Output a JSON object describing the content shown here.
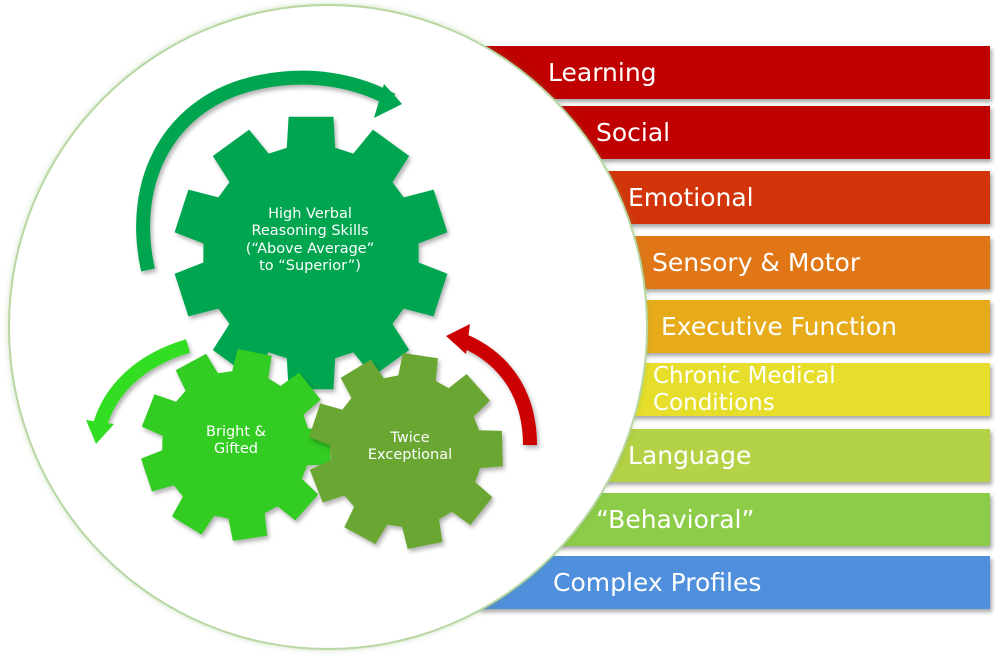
{
  "gears": {
    "main": {
      "label": "High Verbal Reasoning Skills (“Above Average” to “Superior”)",
      "color": "#00a650"
    },
    "left": {
      "label": "Bright & Gifted",
      "color": "#33cc22"
    },
    "right": {
      "label": "Twice Exceptional",
      "color": "#6aa630"
    }
  },
  "arrows": {
    "top": {
      "color": "#00a650"
    },
    "left": {
      "color": "#33dd22"
    },
    "right": {
      "color": "#cc0000"
    }
  },
  "categories": [
    {
      "label": "Learning",
      "color": "#c00000"
    },
    {
      "label": "Social",
      "color": "#c00000"
    },
    {
      "label": "Emotional",
      "color": "#d2350a"
    },
    {
      "label": "Sensory & Motor",
      "color": "#e17616"
    },
    {
      "label": "Executive Function",
      "color": "#e7ab19"
    },
    {
      "label": "Chronic Medical Conditions",
      "color": "#e6de2a"
    },
    {
      "label": "Language",
      "color": "#b4d245"
    },
    {
      "label": "“Behavioral”",
      "color": "#8ccc48"
    },
    {
      "label": "Complex Profiles",
      "color": "#4f8fdc"
    }
  ]
}
